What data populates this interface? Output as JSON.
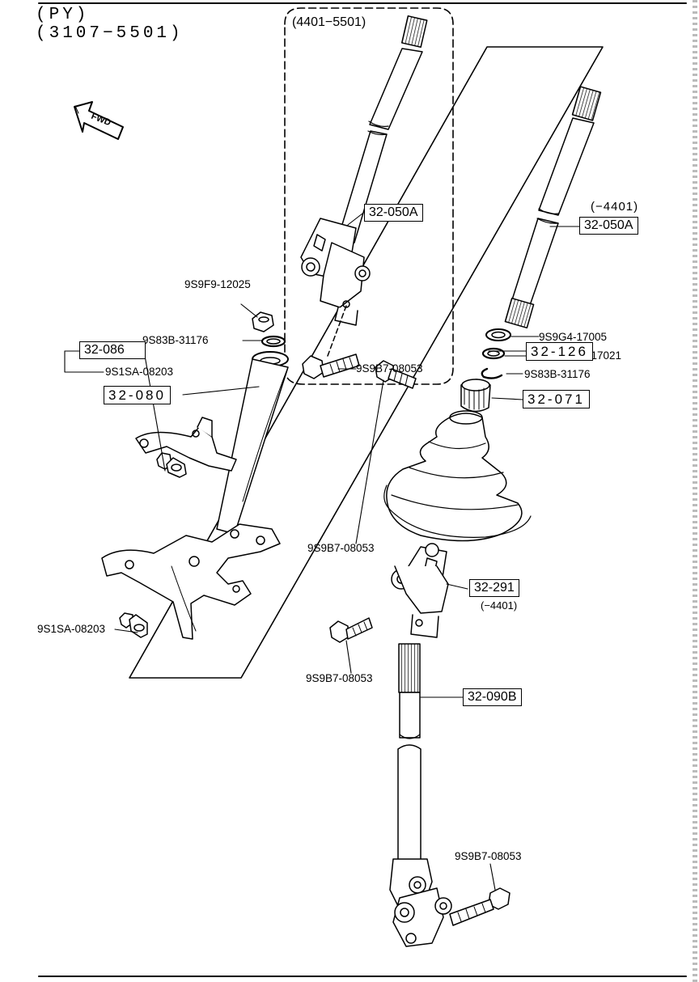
{
  "header": {
    "model": "(PY)",
    "range": "(3107−5501)"
  },
  "fwd_label": "FWD",
  "inset": {
    "range": "(4401−5501)"
  },
  "callouts": {
    "c_9s9f9_12025": "9S9F9-12025",
    "c_9s83b_31176_left": "9S83B-31176",
    "c_32_080": "32-080",
    "c_32_086": "32-086",
    "c_9s1sa_08203_a": "9S1SA-08203",
    "c_9s1sa_08203_b": "9S1SA-08203",
    "c_32_050a_inset": "32-050A",
    "c_9s9b7_08053_inset": "9S9B7-08053",
    "c_4401_note": "(−4401)",
    "c_32_050a_right": "32-050A",
    "c_9s9g4_17005": "9S9G4-17005",
    "c_9s9g0_17021": "9S9G0-17021",
    "c_9s83b_31176_right": "9S83B-31176",
    "c_32_071": "32-071",
    "c_32_126": "32-126",
    "c_9s9b7_08053_a": "9S9B7-08053",
    "c_32_291": "32-291",
    "c_32_291_note": "(−4401)",
    "c_9s9b7_08053_b": "9S9B7-08053",
    "c_32_090b": "32-090B",
    "c_9s9b7_08053_c": "9S9B7-08053"
  }
}
